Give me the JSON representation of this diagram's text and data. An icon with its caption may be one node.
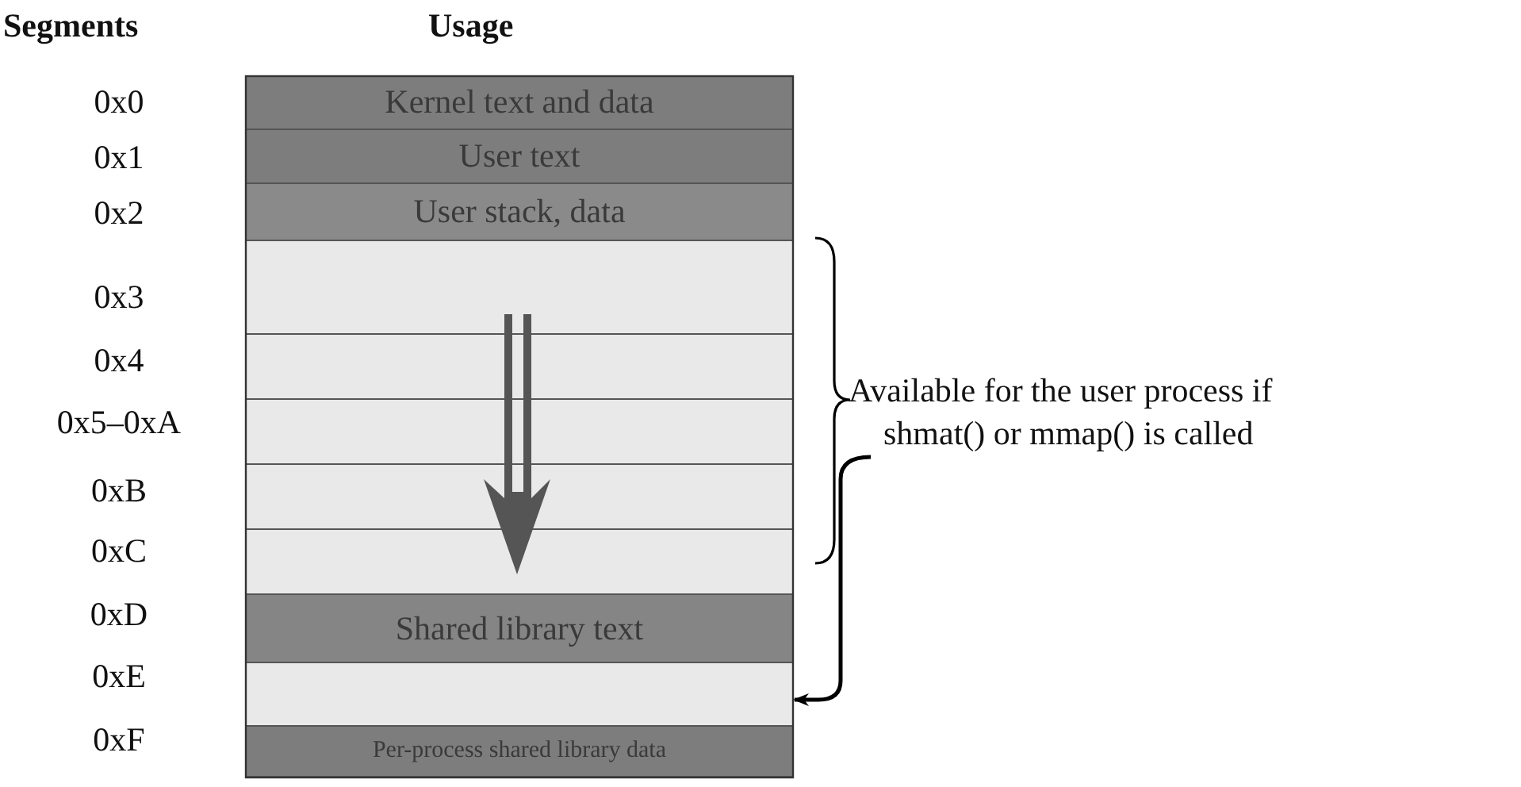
{
  "diagram": {
    "nodes": [
      {
        "text": [
          "Kernel text and data"
        ]
      },
      {
        "text": [
          "User text"
        ]
      },
      {
        "text": [
          "User stack, data"
        ]
      },
      {
        "text": [],
        "shape": "box"
      },
      {
        "text": [],
        "shape": "box"
      },
      {
        "text": [],
        "shape": "box"
      },
      {
        "text": [],
        "shape": "box"
      },
      {
        "text": [],
        "shape": "box"
      },
      {
        "text": [
          "Shared library text"
        ]
      },
      {
        "text": [],
        "shape": "box"
      },
      {
        "text": [
          "Per-process shared library data"
        ]
      },
      {
        "text": [
          "Available for the user process if shmat() or mmap() is called"
        ]
      }
    ],
    "edges": [
      {
        "from": 11,
        "to": 9,
        "arrow": "to"
      }
    ],
    "labels": [
      "Segments",
      "Usage",
      "0x0",
      "0x1",
      "0x2",
      "0x3",
      "0x4",
      "0x5–0xA",
      "0xB",
      "0xC",
      "0xD",
      "0xE",
      "0xF"
    ]
  }
}
